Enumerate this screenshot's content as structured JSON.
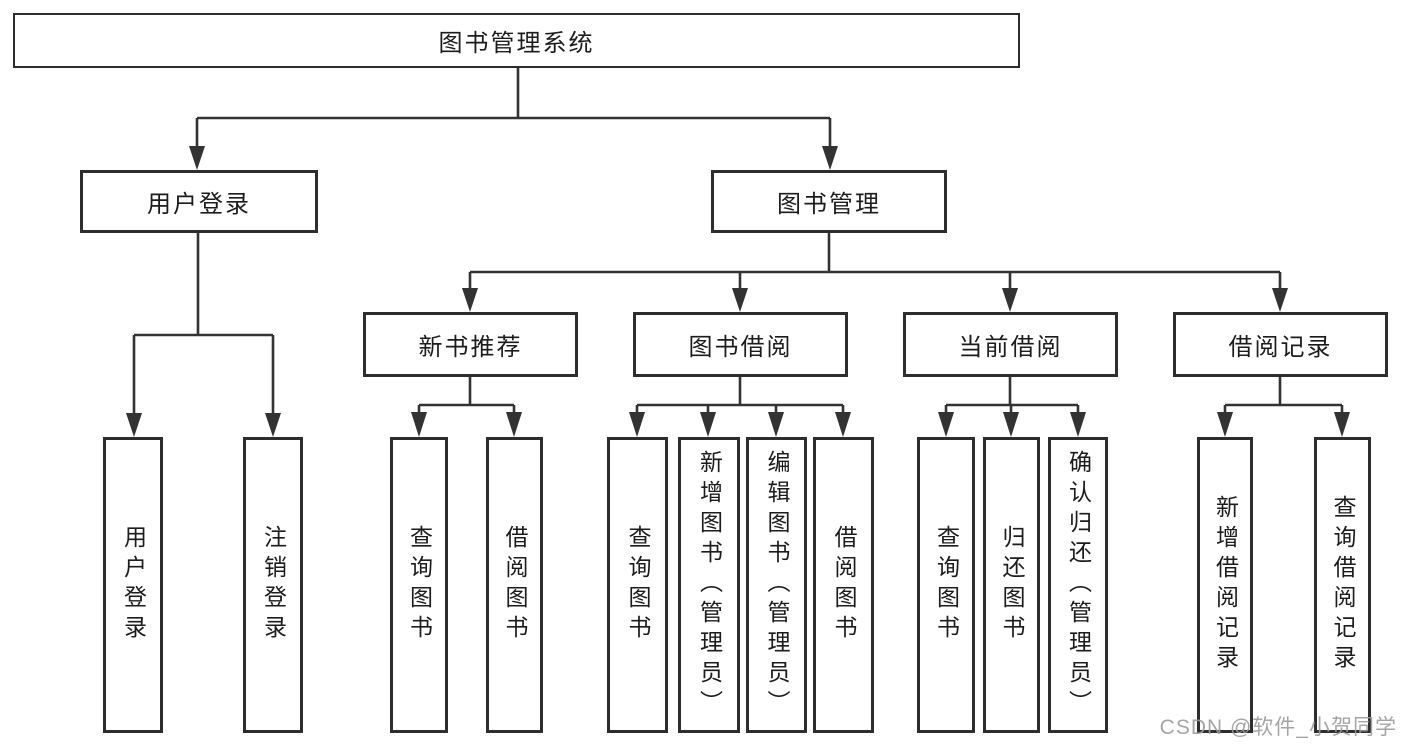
{
  "diagram": {
    "root": {
      "label": "图书管理系统"
    },
    "branches": [
      {
        "label": "用户登录",
        "children": [
          {
            "label": "用户登录"
          },
          {
            "label": "注销登录"
          }
        ]
      },
      {
        "label": "图书管理",
        "sections": [
          {
            "label": "新书推荐",
            "children": [
              {
                "label": "查询图书"
              },
              {
                "label": "借阅图书"
              }
            ]
          },
          {
            "label": "图书借阅",
            "children": [
              {
                "label": "查询图书"
              },
              {
                "label": "新增图书（管理员）"
              },
              {
                "label": "编辑图书（管理员）"
              },
              {
                "label": "借阅图书"
              }
            ]
          },
          {
            "label": "当前借阅",
            "children": [
              {
                "label": "查询图书"
              },
              {
                "label": "归还图书"
              },
              {
                "label": "确认归还（管理员）"
              }
            ]
          },
          {
            "label": "借阅记录",
            "children": [
              {
                "label": "新增借阅记录"
              },
              {
                "label": "查询借阅记录"
              }
            ]
          }
        ]
      }
    ],
    "watermark": "CSDN @软件_小贺同学"
  },
  "colors": {
    "line": "#333333",
    "box_border": "#2d2d2d",
    "text": "#1c1c1c",
    "watermark": "#9c9c9c",
    "background": "#ffffff"
  }
}
